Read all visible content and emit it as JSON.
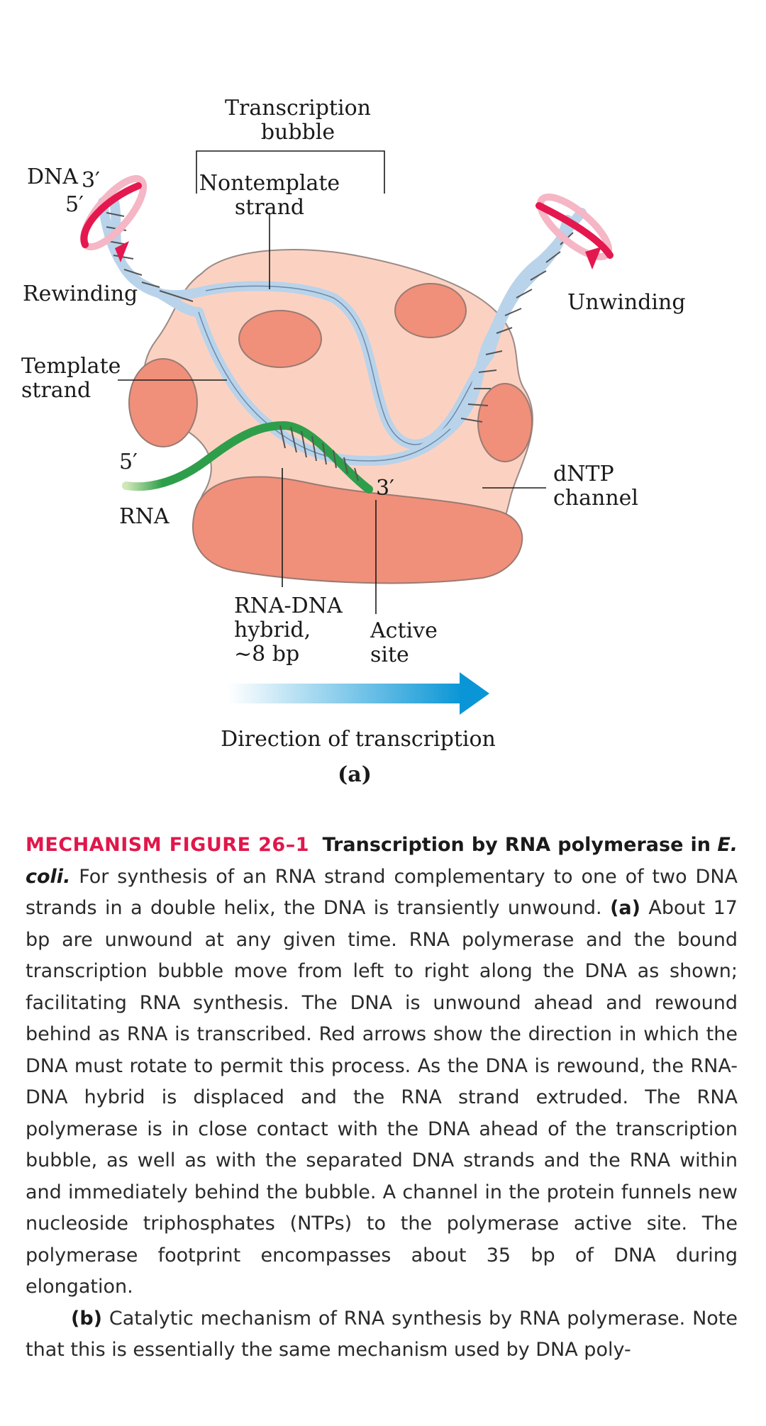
{
  "figure": {
    "labels": {
      "bubble": [
        "Transcription",
        "bubble"
      ],
      "nontemplate": [
        "Nontemplate",
        "strand"
      ],
      "dna": "DNA",
      "three_prime_left": "3′",
      "five_prime_left": "5′",
      "rewinding": "Rewinding",
      "unwinding": "Unwinding",
      "template": [
        "Template",
        "strand"
      ],
      "five_prime_rna": "5′",
      "rna": "RNA",
      "three_prime_rna": "3′",
      "dntp": [
        "dNTP",
        "channel"
      ],
      "hybrid": [
        "RNA-DNA",
        "hybrid,",
        "~8 bp"
      ],
      "active_site": [
        "Active",
        "site"
      ],
      "direction": "Direction of transcription",
      "panel": "(a)"
    },
    "colors": {
      "protein_body": "#fbd2c2",
      "protein_lobe": "#f0907a",
      "dna_strand": "#b9d3ea",
      "rna_strand": "#2e9e4a",
      "rotation_arrow": "#e4184e",
      "direction_arrow": "#0a96d6"
    }
  },
  "caption": {
    "label": "MECHANISM FIGURE 26–1",
    "title": "Transcription by RNA polymerase in",
    "organism": "E. coli.",
    "para1_a": "For synthesis of an RNA strand complementary to one of two DNA strands in a double helix, the DNA is transiently unwound.",
    "part_a_label": "(a)",
    "para1_b": "About 17 bp are unwound at any given time. RNA polymerase and the bound transcription bubble move from left to right along the DNA as shown; facilitating RNA synthesis. The DNA is unwound ahead and rewound behind as RNA is transcribed. Red arrows show the direction in which the DNA must rotate to permit this process. As the DNA is rewound, the RNA-DNA hybrid is displaced and the RNA strand extruded. The RNA polymerase is in close contact with the DNA ahead of the transcription bubble, as well as with the separated DNA strands and the RNA within and immediately behind the bubble. A channel in the protein funnels new nucleoside triphosphates (NTPs) to the polymerase active site. The polymerase footprint encompasses about 35 bp of DNA during elongation.",
    "part_b_label": "(b)",
    "para2": "Catalytic mechanism of RNA synthesis by RNA polymerase. Note that this is essentially the same mechanism used by DNA poly-"
  }
}
